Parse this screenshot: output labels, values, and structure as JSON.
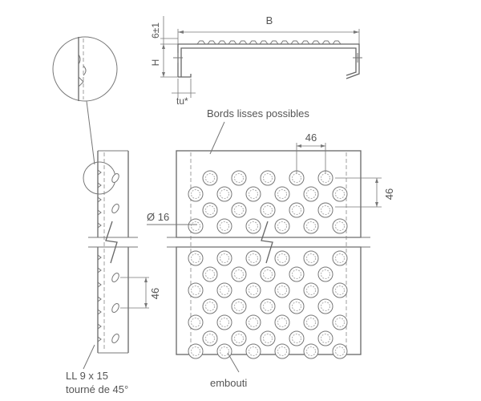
{
  "labels": {
    "dim_b": "B",
    "dim_6": "6±1",
    "dim_h": "H",
    "dim_tu": "tu*",
    "bords": "Bords lisses possibles",
    "pitch_top": "46",
    "pitch_right": "46",
    "diameter": "Ø 16",
    "pitch_side": "46",
    "slot_line1": "LL 9 x 15",
    "slot_line2": "tourné de 45°",
    "embouti": "embouti"
  },
  "colors": {
    "line": "#777777",
    "text": "#555555"
  }
}
